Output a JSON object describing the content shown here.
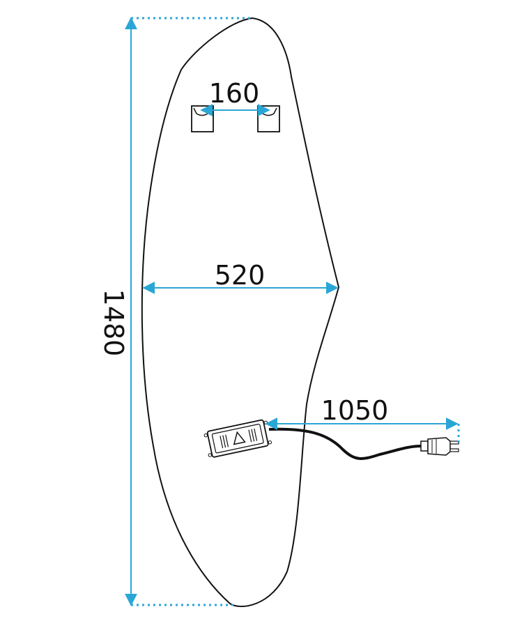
{
  "dimensions": {
    "height": "1480",
    "width": "520",
    "mount_spacing": "160",
    "cable_length": "1050"
  },
  "colors": {
    "outline": "#111111",
    "dimension": "#2aa6d6",
    "cable": "#111111"
  },
  "icons": {
    "driver_box": "warning-triangle-icon",
    "plug": "power-plug-icon"
  }
}
